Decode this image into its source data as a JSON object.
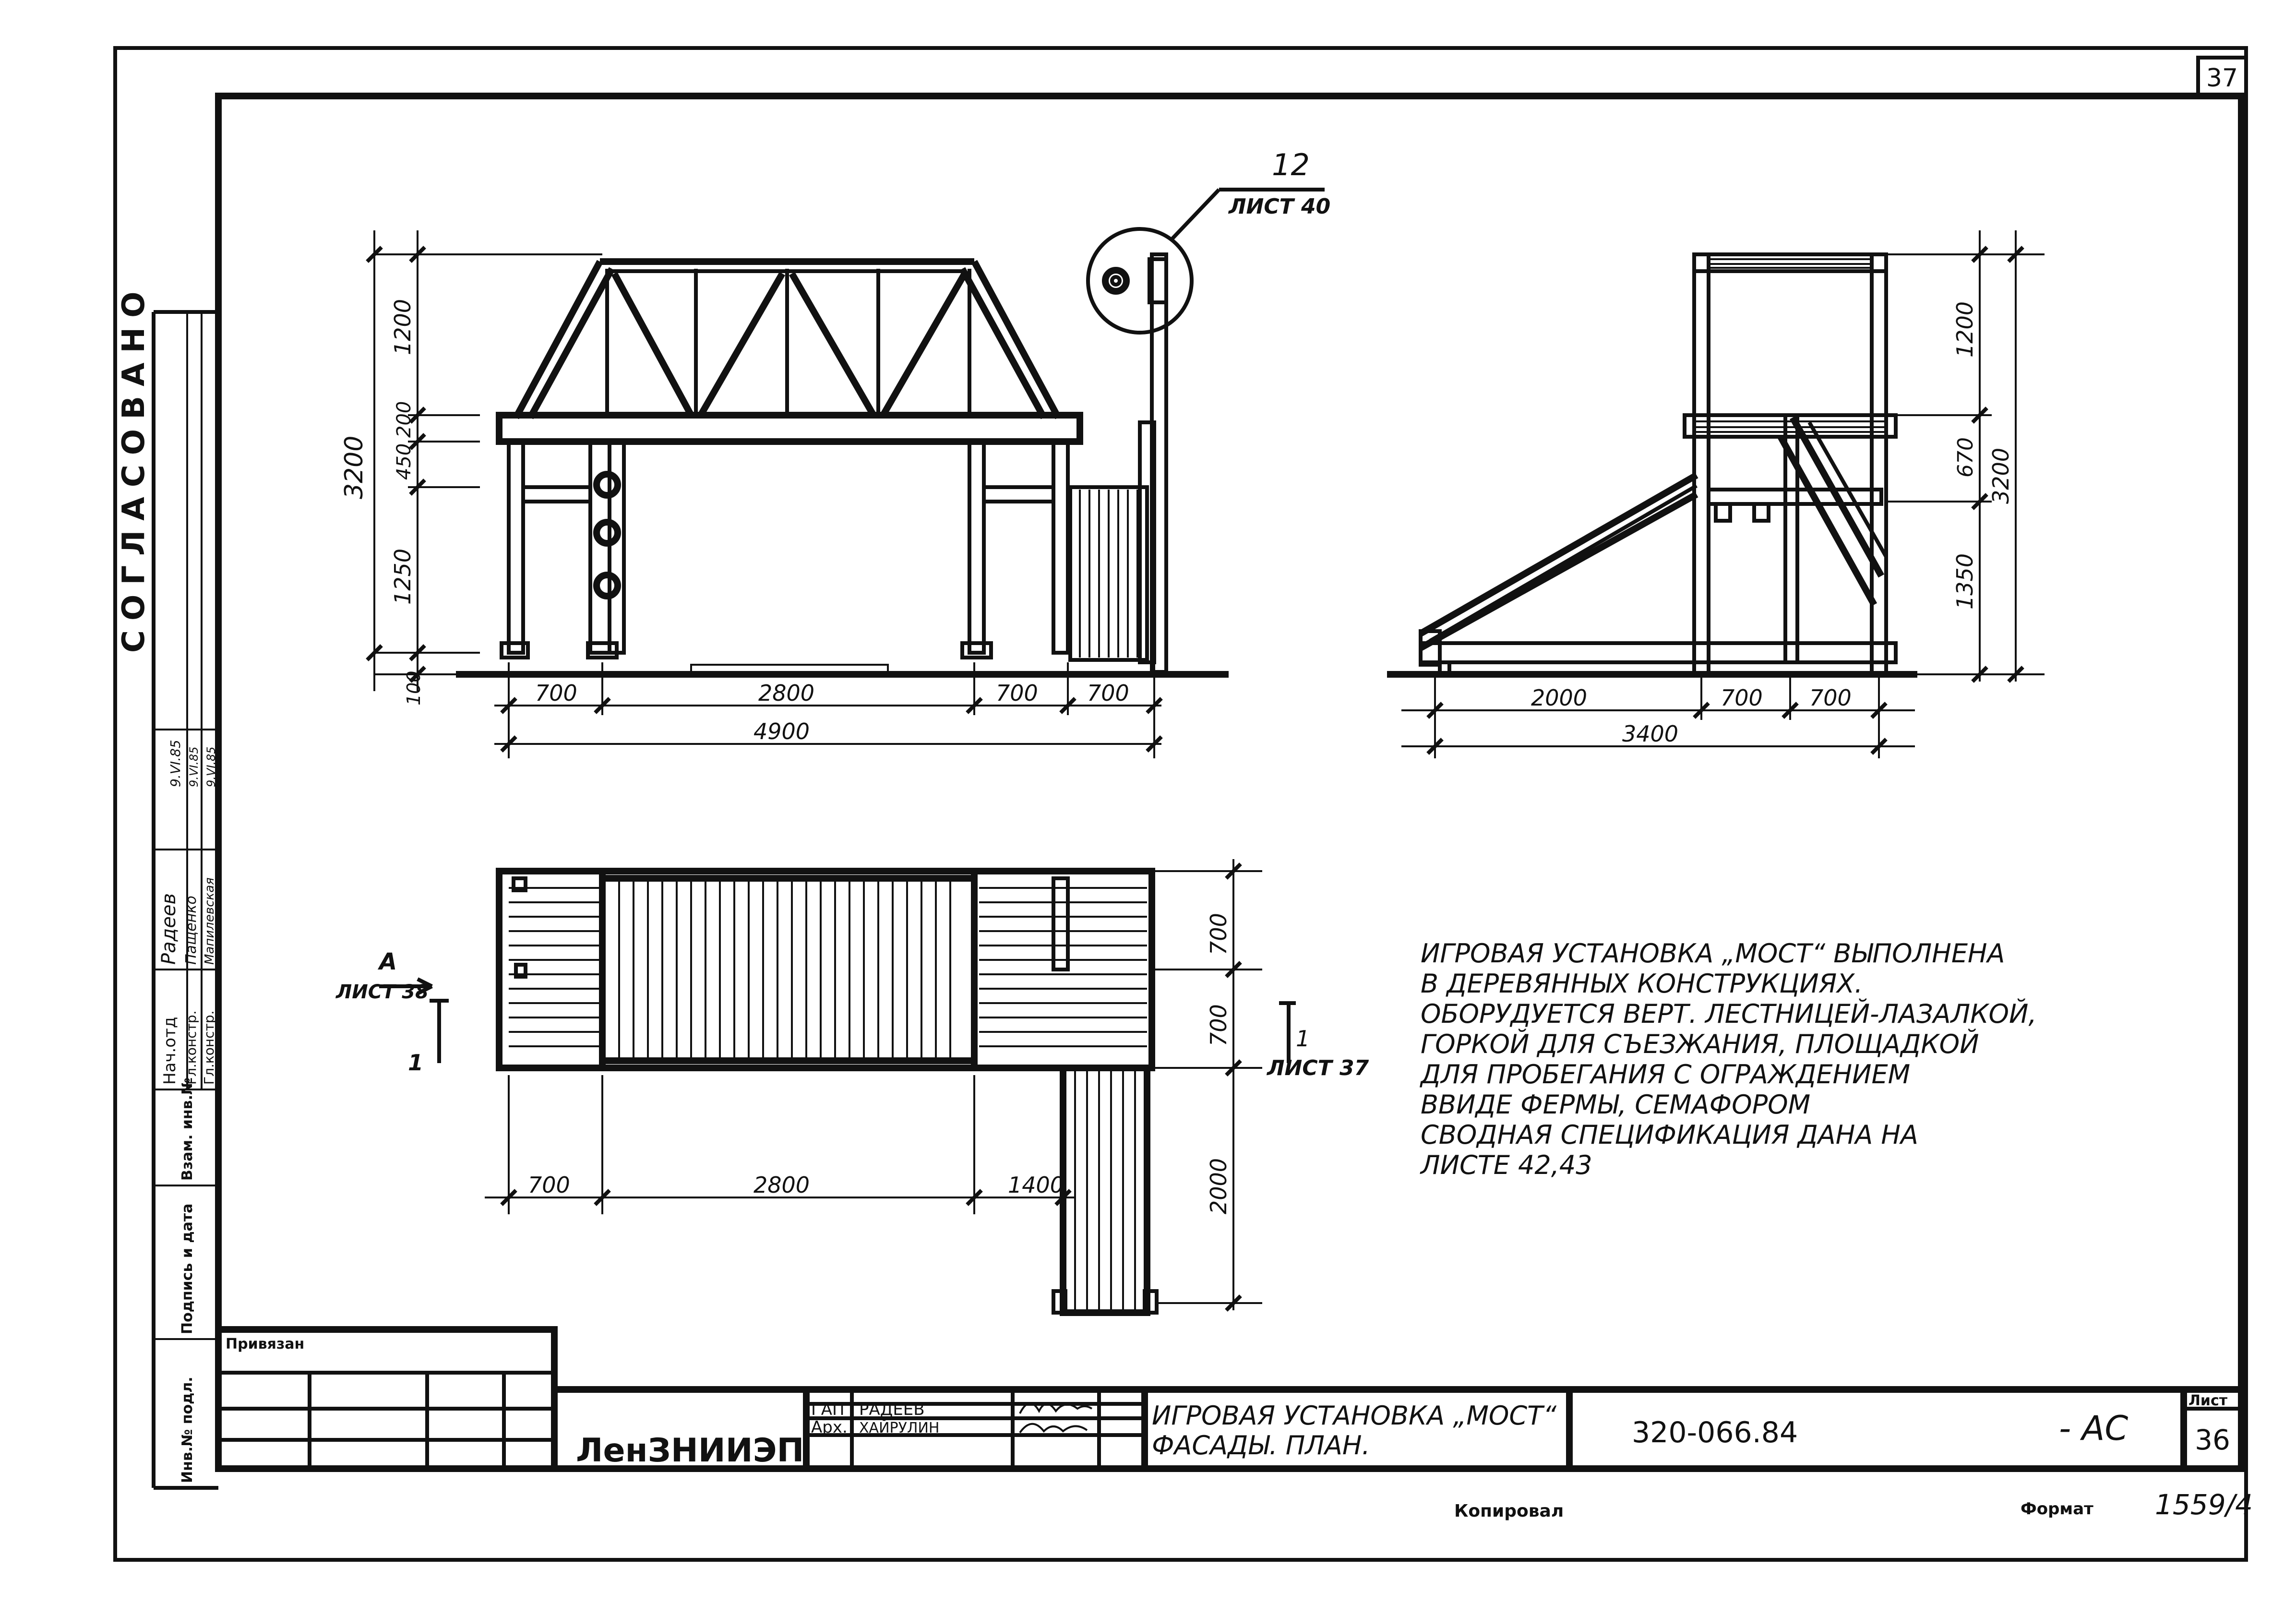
{
  "sheet": {
    "corner_number": "37",
    "approval": {
      "heading": "СОГЛАСОВАНО",
      "roles": [
        "Нач.отд",
        "Гл.констр.",
        "Гл.констр."
      ],
      "names": [
        "Радеев",
        "Пащенко",
        "Мапилевская"
      ],
      "dates": [
        "9.VI.85",
        "9.VI.85",
        "9.VI.85"
      ]
    },
    "side_labels": [
      "Взам. инв.№",
      "Подпись и дата",
      "Инв.№ подл."
    ],
    "tied_label": "Привязан"
  },
  "front_view": {
    "callout_number": "12",
    "callout_sheet": "ЛИСТ 40",
    "height_dims": [
      "3200",
      "1200",
      "200",
      "450",
      "1250",
      "100"
    ],
    "width_dims": [
      "700",
      "2800",
      "700",
      "700"
    ],
    "total_width": "4900"
  },
  "side_view": {
    "height_dims": [
      "1200",
      "670",
      "1350"
    ],
    "total_height": "3200",
    "width_dims": [
      "2000",
      "700",
      "700"
    ],
    "total_width": "3400"
  },
  "plan_view": {
    "arrow_a_letter": "А",
    "arrow_a_sheet": "ЛИСТ 38",
    "arrow_1_left": "1",
    "section_mark": "1",
    "section_sheet": "ЛИСТ 37",
    "right_dims": [
      "700",
      "700",
      "2000"
    ],
    "bottom_dims": [
      "700",
      "2800",
      "1400"
    ]
  },
  "notes": [
    "ИГРОВАЯ УСТАНОВКА „МОСТ“ ВЫПОЛНЕНА",
    "В ДЕРЕВЯННЫХ КОНСТРУКЦИЯХ.",
    "ОБОРУДУЕТСЯ ВЕРТ. ЛЕСТНИЦЕЙ-ЛАЗАЛКОЙ,",
    "ГОРКОЙ ДЛЯ СЪЕЗЖАНИЯ, ПЛОЩАДКОЙ",
    "ДЛЯ ПРОБЕГАНИЯ С ОГРАЖДЕНИЕМ",
    "ВВИДЕ ФЕРМЫ, СЕМАФОРОМ",
    "СВОДНАЯ СПЕЦИФИКАЦИЯ ДАНА НА",
    "ЛИСТЕ 42,43"
  ],
  "title_block": {
    "org": "ЛенЗНИИЭП",
    "roles": [
      "ГАП",
      "Арх."
    ],
    "names": [
      "РАДЕЕВ",
      "ХАЙРУЛИН"
    ],
    "title_line1": "ИГРОВАЯ УСТАНОВКА „МОСТ“",
    "title_line2": "ФАСАДЫ. ПЛАН.",
    "code": "320-066.84",
    "mark": "- АС",
    "sheet_label": "Лист",
    "sheet_number": "36"
  },
  "footer": {
    "copied": "Копировал",
    "format": "Формат",
    "format_value": "1559/4"
  }
}
